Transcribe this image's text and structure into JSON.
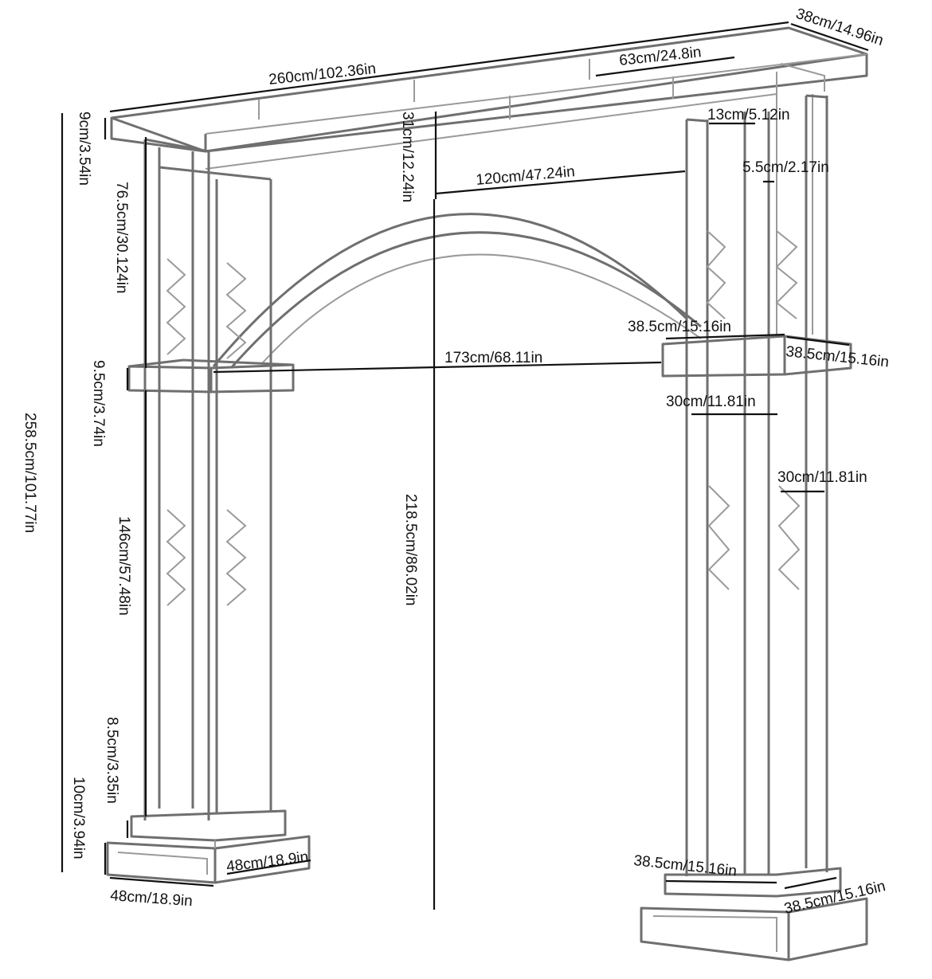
{
  "dimensions": {
    "total_width": "260cm/102.36in",
    "top_depth": "38cm/14.96in",
    "top_section_width": "63cm/24.8in",
    "top_height": "9cm/3.54in",
    "arch_rise": "31cm/12.24in",
    "upper_column_spacing": "120cm/47.24in",
    "upper_column_width": "13cm/5.12in",
    "tube_gap": "5.5cm/2.17in",
    "upper_column_height": "76.5cm/30.124in",
    "mid_box_front": "38.5cm/15.16in",
    "mid_box_side": "38.5cm/15.16in",
    "mid_box_height": "9.5cm/3.74in",
    "inner_span": "173cm/68.11in",
    "lower_column_front": "30cm/11.81in",
    "lower_column_side": "30cm/11.81in",
    "total_height": "258.5cm/101.77in",
    "lower_column_height": "146cm/57.48in",
    "clear_height": "218.5cm/86.02in",
    "base_upper_height": "8.5cm/3.35in",
    "base_lower_height": "10cm/3.94in",
    "base_depth": "48cm/18.9in",
    "base_width": "48cm/18.9in",
    "right_base_front": "38.5cm/15.16in",
    "right_base_side": "38.5cm/15.16in"
  }
}
